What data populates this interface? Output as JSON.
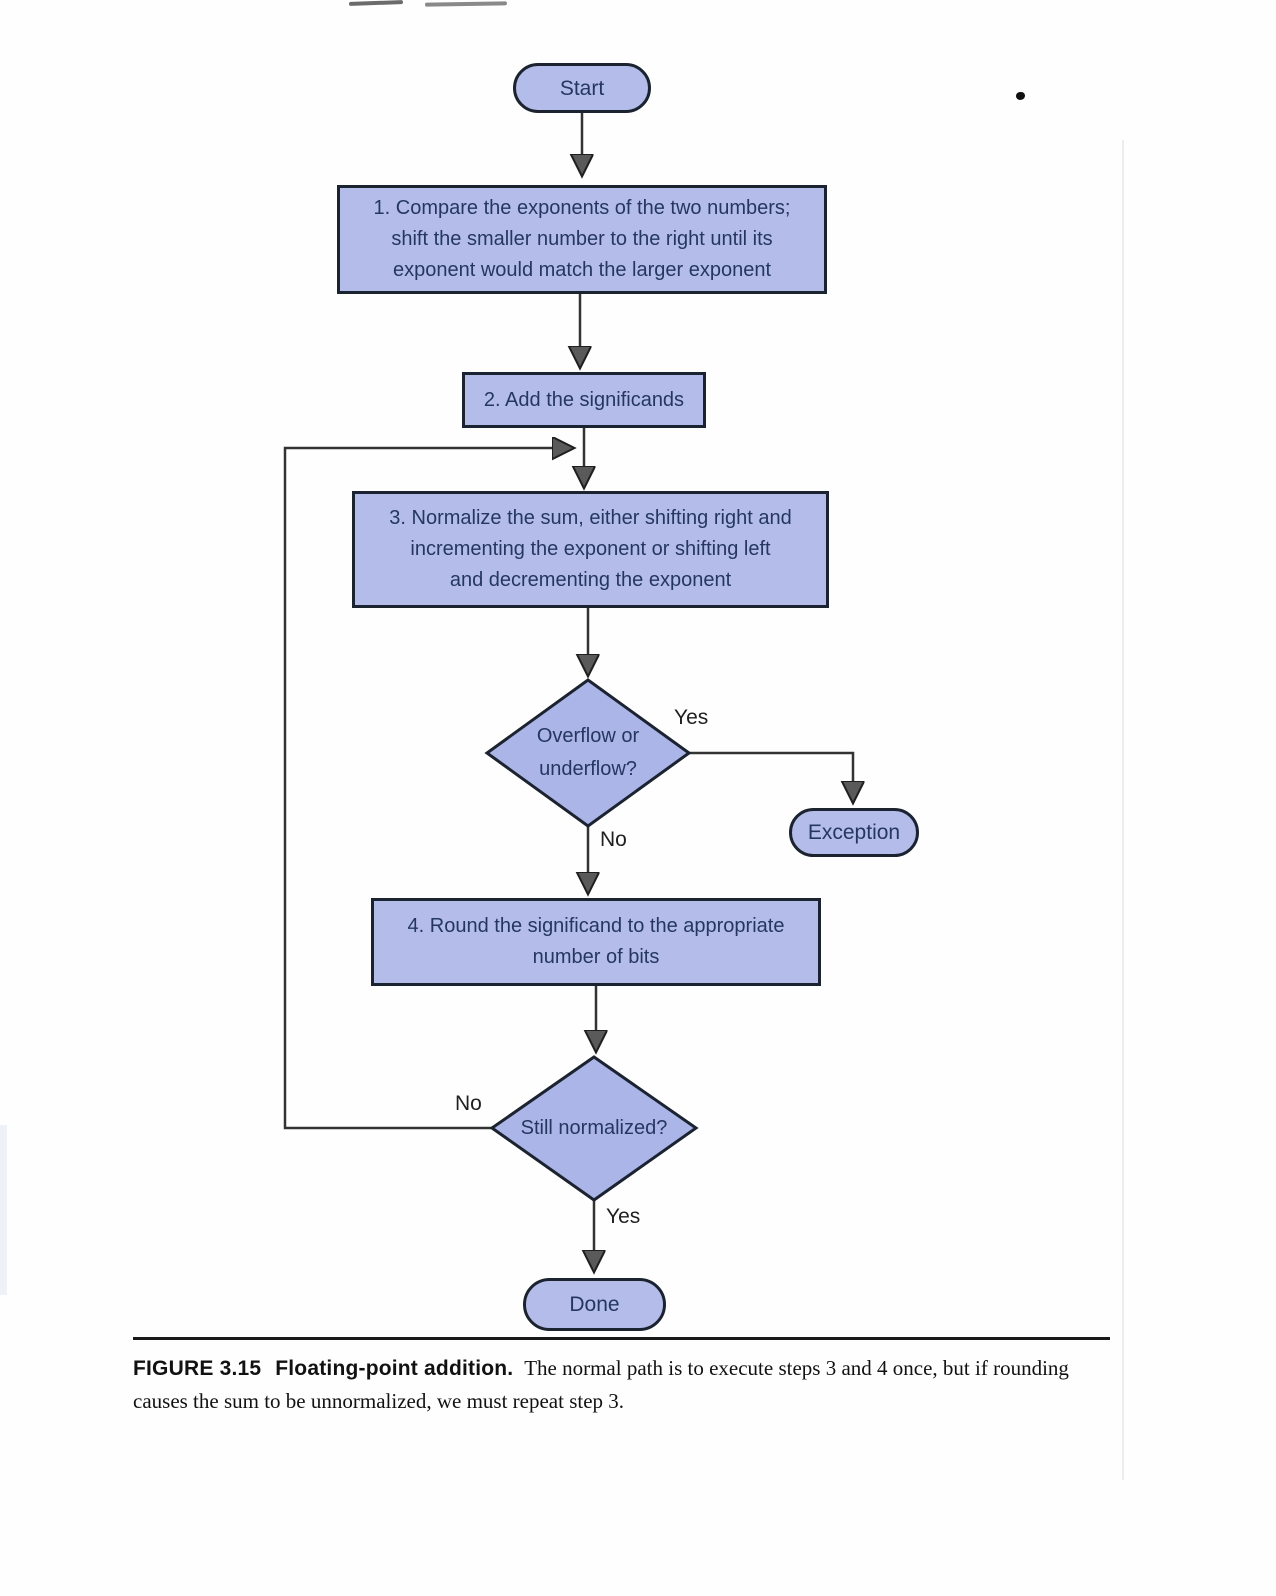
{
  "flowchart": {
    "nodes": {
      "start": {
        "label": "Start"
      },
      "step1": {
        "line1": "1. Compare the exponents of the two numbers;",
        "line2": "shift the smaller number to the right until its",
        "line3": "exponent would match the larger exponent"
      },
      "step2": {
        "label": "2. Add the significands"
      },
      "step3": {
        "line1": "3. Normalize the sum, either shifting right and",
        "line2": "incrementing the exponent or shifting left",
        "line3": "and decrementing the exponent"
      },
      "decision_overflow": {
        "line1": "Overflow or",
        "line2": "underflow?"
      },
      "exception": {
        "label": "Exception"
      },
      "step4": {
        "line1": "4. Round the significand to the appropriate",
        "line2": "number of bits"
      },
      "decision_normalized": {
        "label": "Still normalized?"
      },
      "done": {
        "label": "Done"
      }
    },
    "edge_labels": {
      "overflow_yes": "Yes",
      "overflow_no": "No",
      "normalized_no": "No",
      "normalized_yes": "Yes"
    }
  },
  "caption": {
    "label": "FIGURE 3.15",
    "title": "Floating-point addition.",
    "body": "The normal path is to execute steps 3 and 4 once, but if rounding causes the sum to be unnormalized, we must repeat step 3."
  },
  "colors": {
    "node_fill": "#b4bdea",
    "diamond_fill": "#abb5e8",
    "node_border": "#1c2330",
    "node_text": "#253761",
    "connector": "#333333"
  }
}
